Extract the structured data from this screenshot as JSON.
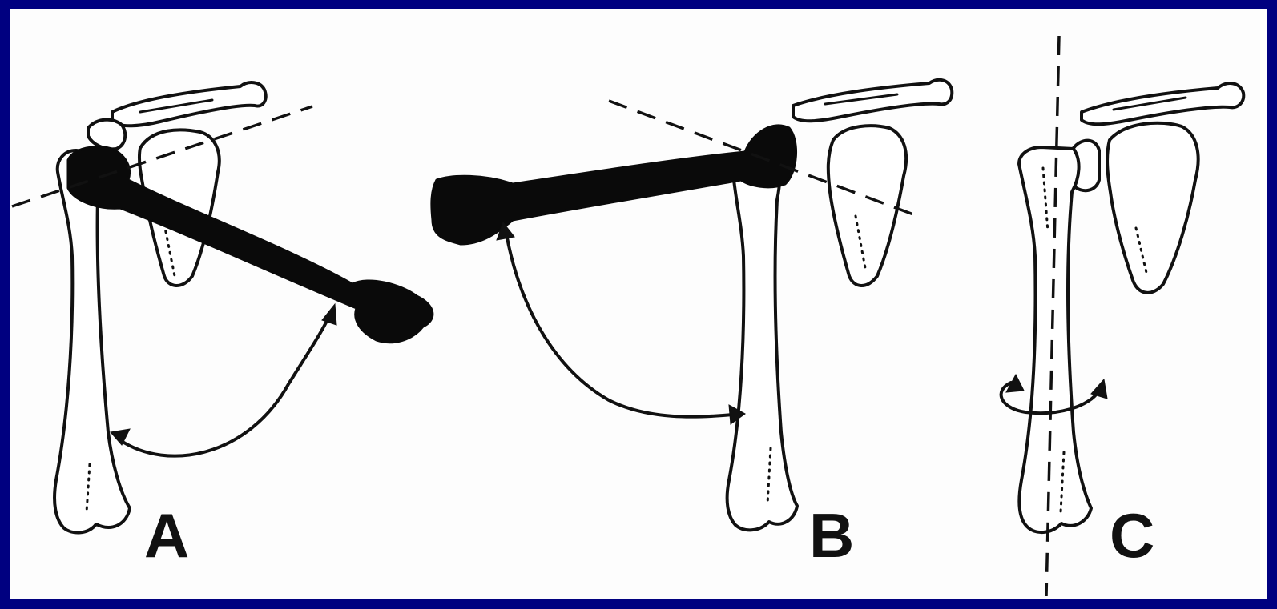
{
  "colors": {
    "border": "#000080",
    "background": "#fdfdfd",
    "ink": "#111111"
  },
  "panels": [
    {
      "id": "A",
      "label": "A",
      "icon": "humerus-abduction-arrow-icon"
    },
    {
      "id": "B",
      "label": "B",
      "icon": "humerus-flexion-arrow-icon"
    },
    {
      "id": "C",
      "label": "C",
      "icon": "humerus-rotation-arrow-icon"
    }
  ]
}
